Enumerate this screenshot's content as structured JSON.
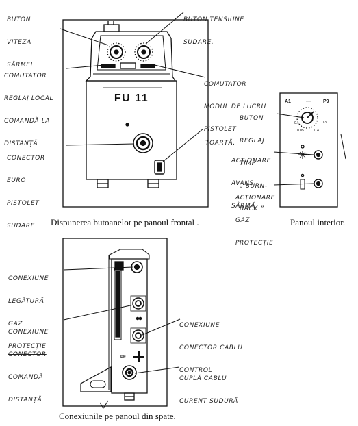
{
  "front": {
    "callouts": {
      "wire_speed": [
        "BUTON",
        "VITEZA",
        "SÂRMEI"
      ],
      "weld_voltage": [
        "BUTON TENSIUNE",
        "SUDARE."
      ],
      "local_remote": [
        "COMUTATOR",
        "REGLAJ LOCAL",
        "COMANDĂ LA",
        "DISTANȚĂ"
      ],
      "torch_mode": [
        "COMUTATOR",
        "MODUL DE LUCRU",
        "PISTOLET"
      ],
      "euro_connector": [
        "CONECTOR",
        "EURO",
        "PISTOLET",
        "SUDARE"
      ],
      "handle": "TOARTĂ."
    },
    "model_label": "FU 11",
    "caption": "Dispunerea butoanelor pe panoul frontal ."
  },
  "interior": {
    "callouts": {
      "burnback": [
        "BUTON",
        "REGLAJ",
        "TIMP",
        "„ BURN-",
        "BACK ”"
      ],
      "wire_feed": [
        "ACȚIONARE",
        "AVANS",
        "SÂRMĂ"
      ],
      "gas": [
        "ACȚIONARE",
        "GAZ",
        "PROTECȚIE"
      ]
    },
    "panel_labels": {
      "top_left": "A1",
      "top_mid": "—",
      "top_right": "P9"
    },
    "caption": "Panoul interior."
  },
  "rear": {
    "callouts": {
      "gas_conn": [
        "CONEXIUNE",
        "LEGĂTURĂ",
        "GAZ",
        "PROTECȚIE"
      ],
      "remote_conn": [
        "CONEXIUNE",
        "CONECTOR",
        "COMANDĂ",
        "DISTANȚĂ"
      ],
      "control_conn": [
        "CONEXIUNE",
        "CONECTOR CABLU",
        "CONTROL"
      ],
      "current_cable": [
        "CUPLĂ CABLU",
        "CURENT SUDURĂ"
      ]
    },
    "caption": "Conexiunile pe panoul din spate."
  }
}
